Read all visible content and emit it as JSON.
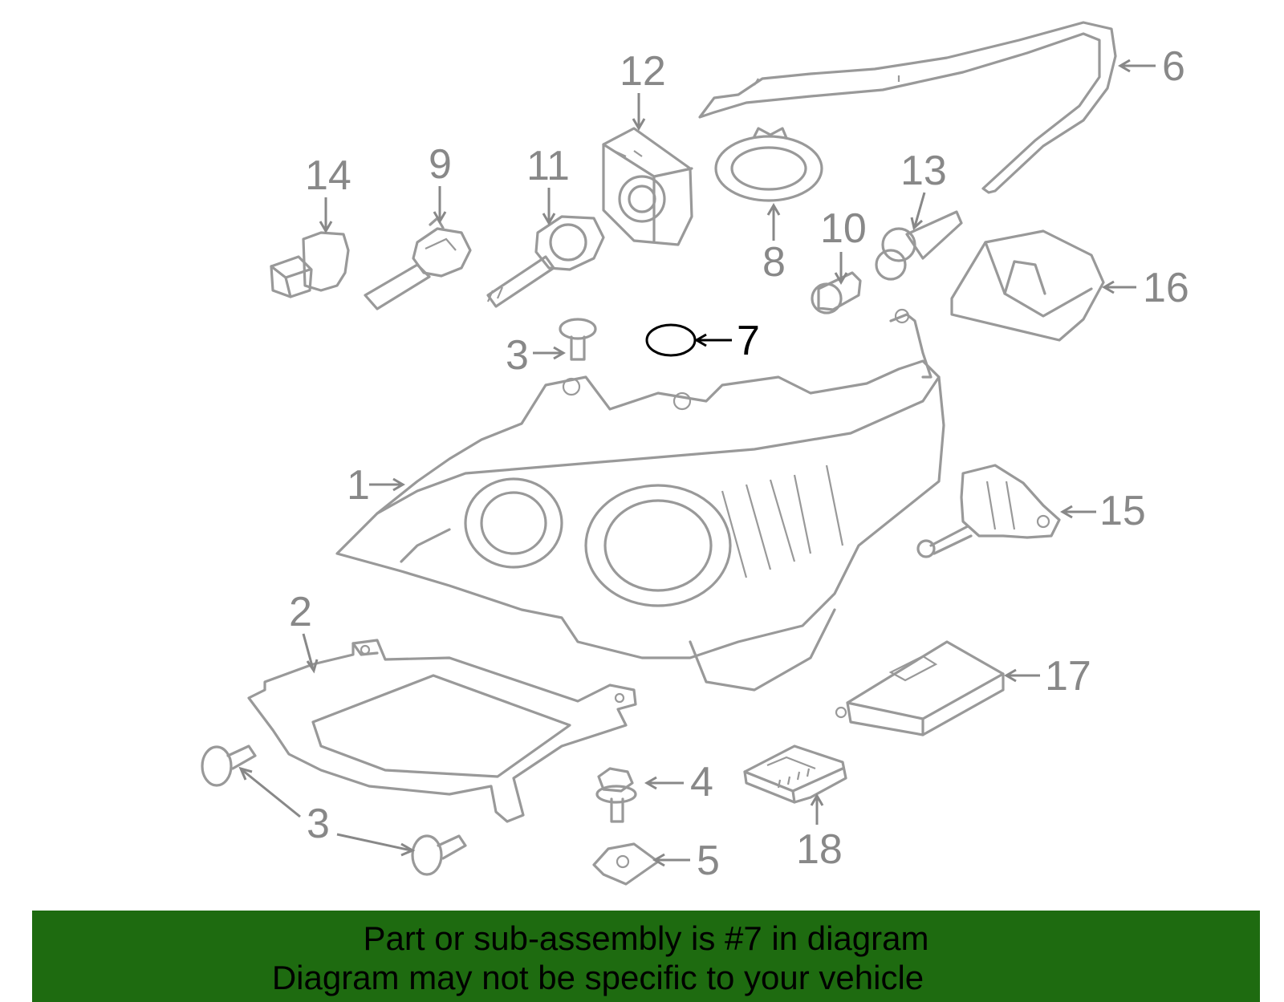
{
  "diagram": {
    "callouts": {
      "c1": "1",
      "c2": "2",
      "c3a": "3",
      "c3b": "3",
      "c4": "4",
      "c5": "5",
      "c6": "6",
      "c7": "7",
      "c8": "8",
      "c9": "9",
      "c10": "10",
      "c11": "11",
      "c12": "12",
      "c13": "13",
      "c14": "14",
      "c15": "15",
      "c16": "16",
      "c17": "17",
      "c18": "18"
    },
    "highlighted_part": "7",
    "line_color": "#999999",
    "highlight_color": "#000000"
  },
  "banner": {
    "line1": "Part or sub-assembly is #7 in diagram",
    "line2": "Diagram may not be specific to your vehicle",
    "background_color": "#1e6b10"
  }
}
